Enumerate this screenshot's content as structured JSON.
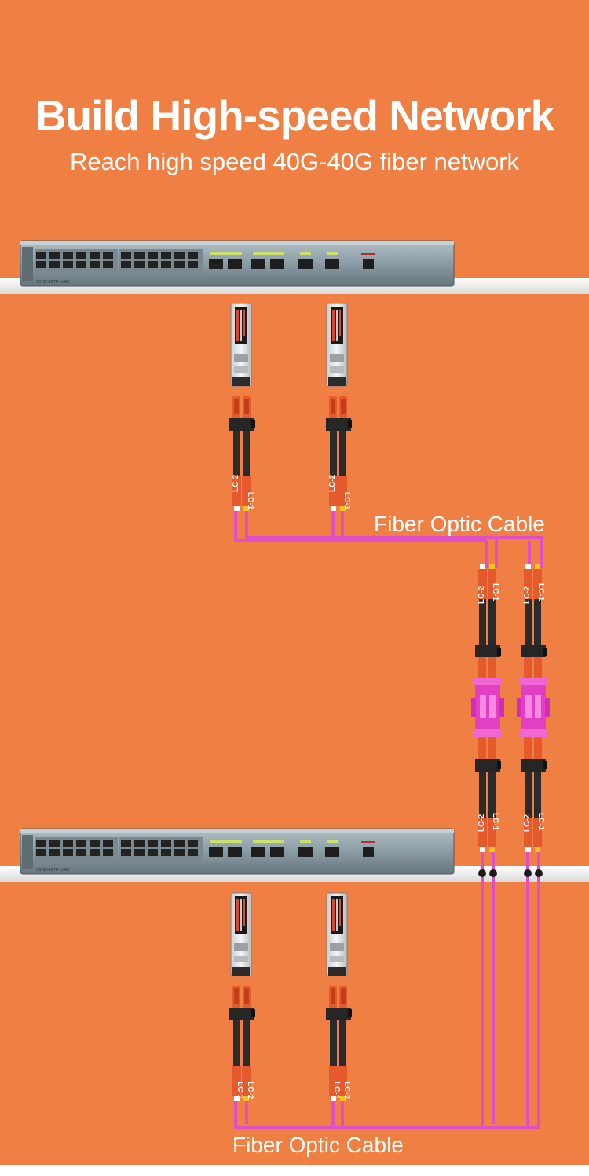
{
  "title": "Build High-speed Network",
  "subtitle": "Reach high speed 40G-40G fiber network",
  "cable_label_top": "Fiber Optic Cable",
  "cable_label_bottom": "Fiber Optic Cable",
  "switch_model": "S5720-28TP-LI-AC",
  "connector_labels": {
    "lc1": "LC-1",
    "lc2": "LC-2"
  },
  "colors": {
    "background": "#ef7f43",
    "shelf": "#ffffff",
    "fiber": "#e04fc8",
    "adapter": "#e23fc3",
    "connector_body": "#2a2a2a",
    "connector_boot": "#e45a2c",
    "switch_body": "#8a9aa2"
  }
}
